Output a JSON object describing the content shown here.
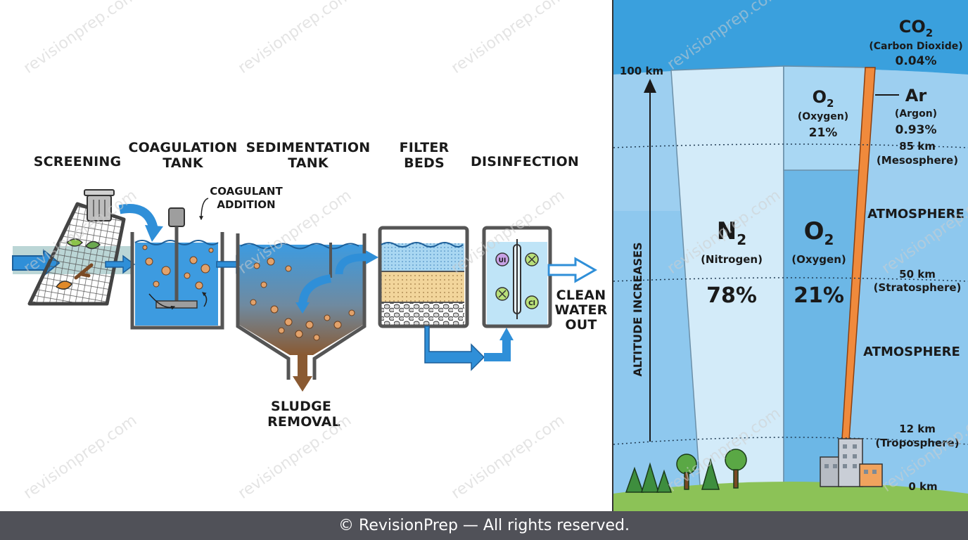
{
  "water": {
    "stages": {
      "screening": "SCREENING",
      "coag1": "COAGULATION",
      "coag2": "TANK",
      "sed1": "SEDIMENTATION",
      "sed2": "TANK",
      "filter1": "FILTER",
      "filter2": "BEDS",
      "disinfection": "DISINFECTION"
    },
    "coagulant1": "COAGULANT",
    "coagulant2": "ADDITION",
    "sludge1": "SLUDGE",
    "sludge2": "REMOVAL",
    "clean1": "CLEAN",
    "clean2": "WATER",
    "clean3": "OUT",
    "uv_labels": [
      "UI",
      "Cl"
    ]
  },
  "atmosphere": {
    "altitude_label": "ALTITUDE INCREASES",
    "top_km": "100 km",
    "co2": {
      "formula": "CO",
      "sub": "2",
      "name": "(Carbon Dioxide)",
      "pct": "0.04%"
    },
    "o2_upper": {
      "formula": "O",
      "sub": "2",
      "name": "(Oxygen)",
      "pct": "21%"
    },
    "ar": {
      "formula": "Ar",
      "name": "(Argon)",
      "pct": "0.93%"
    },
    "meso": {
      "km": "85 km",
      "name": "(Mesosphere)"
    },
    "atm1": "ATMOSPHERE",
    "n2": {
      "formula": "N",
      "sub": "2",
      "name": "(Nitrogen)",
      "pct": "78%"
    },
    "o2": {
      "formula": "O",
      "sub": "2",
      "name": "(Oxygen)",
      "pct": "21%"
    },
    "strato": {
      "km": "50 km",
      "name": "(Stratosphere)"
    },
    "atm2": "ATMOSPHERE",
    "tropo": {
      "km": "12 km",
      "name": "(Troposphere)"
    },
    "ground": "0 km"
  },
  "watermark": "revisionprep.com",
  "footer": "© RevisionPrep — All rights reserved.",
  "colors": {
    "water": "#3d9be0",
    "arrow": "#2f8fd8",
    "sky_deep": "#3aa0dd",
    "sky_light": "#a6d3f1",
    "argon": "#f08a3c",
    "grass": "#8cc257",
    "footer": "#505158"
  }
}
